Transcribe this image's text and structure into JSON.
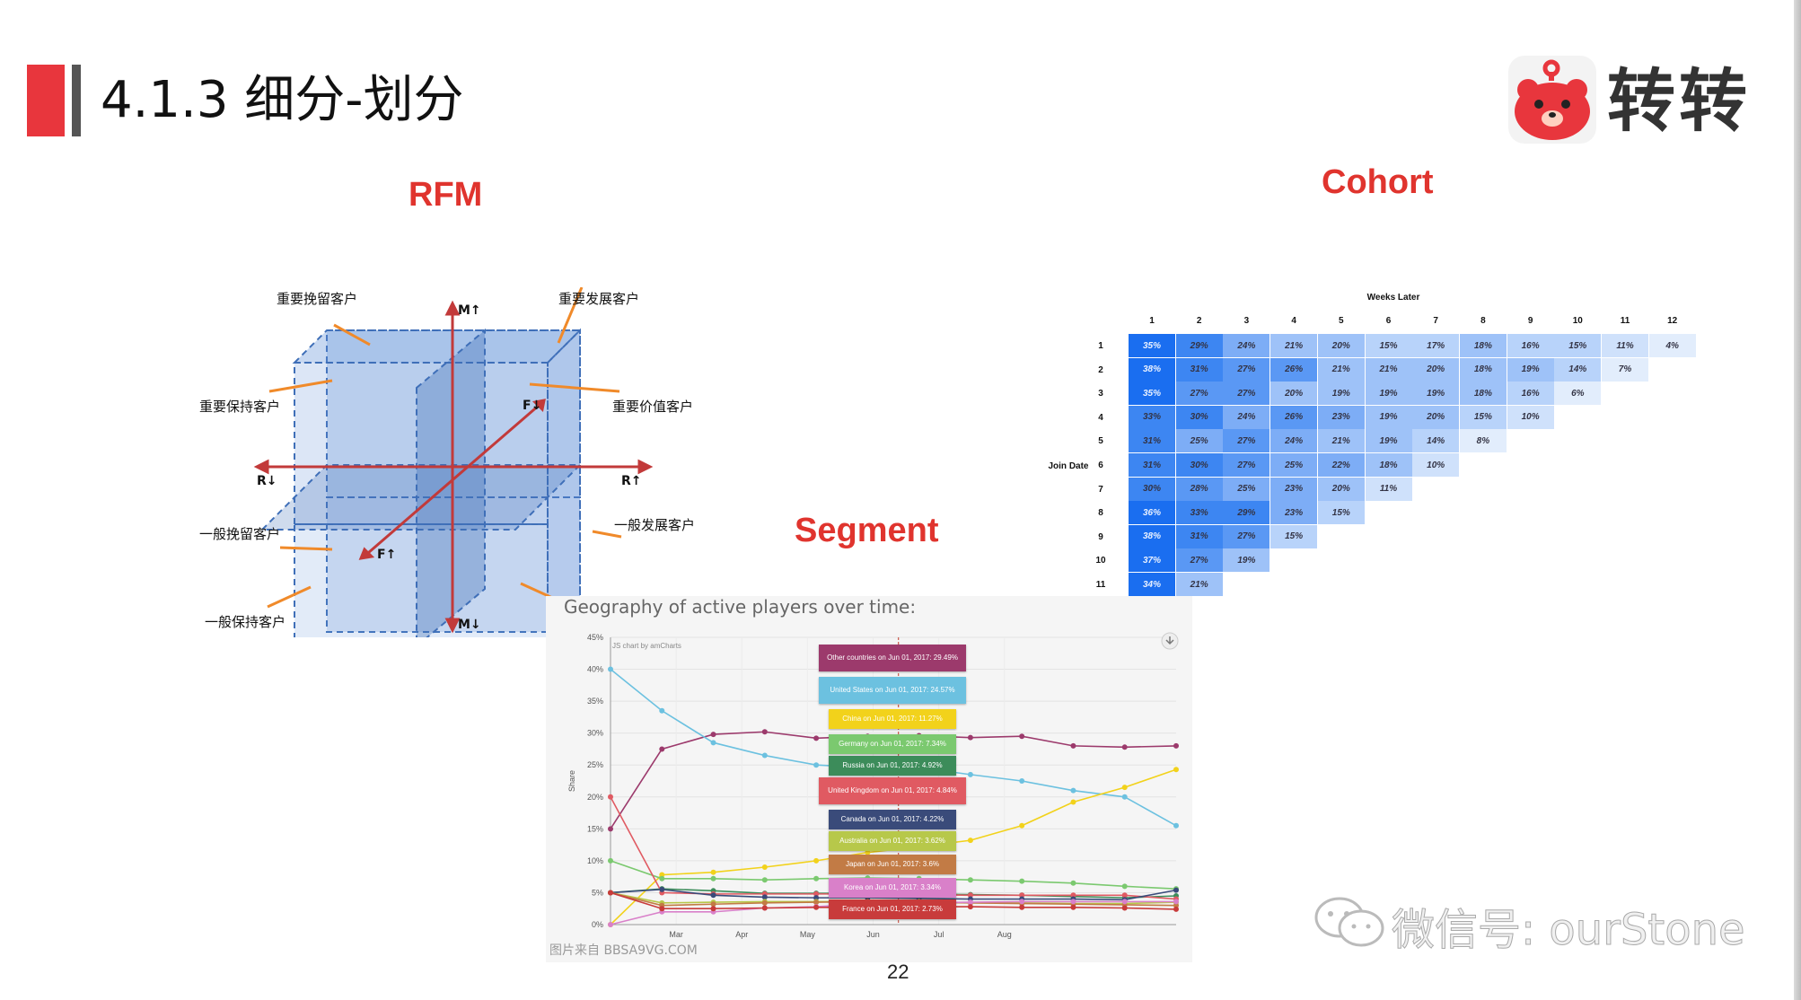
{
  "slide": {
    "title": "4.1.3 细分-划分",
    "page_number": "22",
    "accent_color": "#e8363d"
  },
  "logo": {
    "text": "转转",
    "icon": "red-bear-mascot-icon"
  },
  "watermark": {
    "text": "微信号: ourStone",
    "icon": "wechat-icon"
  },
  "rfm": {
    "label": "RFM",
    "tags": [
      "重要挽留客户",
      "重要发展客户",
      "重要保持客户",
      "重要价值客户",
      "一般挽留客户",
      "一般发展客户",
      "一般保持客户"
    ],
    "axes": {
      "m_up": "M↑",
      "m_down": "M↓",
      "r_up": "R↑",
      "r_down": "R↓",
      "f_up": "F↑",
      "f_down": "F↓"
    }
  },
  "cohort": {
    "label": "Cohort",
    "col_title": "Weeks Later",
    "row_title": "Join Date",
    "columns": [
      "1",
      "2",
      "3",
      "4",
      "5",
      "6",
      "7",
      "8",
      "9",
      "10",
      "11",
      "12"
    ],
    "rows": [
      {
        "id": "1",
        "values": [
          "35%",
          "29%",
          "24%",
          "21%",
          "20%",
          "15%",
          "17%",
          "18%",
          "16%",
          "15%",
          "11%",
          "4%"
        ]
      },
      {
        "id": "2",
        "values": [
          "38%",
          "31%",
          "27%",
          "26%",
          "21%",
          "21%",
          "20%",
          "18%",
          "19%",
          "14%",
          "7%"
        ]
      },
      {
        "id": "3",
        "values": [
          "35%",
          "27%",
          "27%",
          "20%",
          "19%",
          "19%",
          "19%",
          "18%",
          "16%",
          "6%"
        ]
      },
      {
        "id": "4",
        "values": [
          "33%",
          "30%",
          "24%",
          "26%",
          "23%",
          "19%",
          "20%",
          "15%",
          "10%"
        ]
      },
      {
        "id": "5",
        "values": [
          "31%",
          "25%",
          "27%",
          "24%",
          "21%",
          "19%",
          "14%",
          "8%"
        ]
      },
      {
        "id": "6",
        "values": [
          "31%",
          "30%",
          "27%",
          "25%",
          "22%",
          "18%",
          "10%"
        ]
      },
      {
        "id": "7",
        "values": [
          "30%",
          "28%",
          "25%",
          "23%",
          "20%",
          "11%"
        ]
      },
      {
        "id": "8",
        "values": [
          "36%",
          "33%",
          "29%",
          "23%",
          "15%"
        ]
      },
      {
        "id": "9",
        "values": [
          "38%",
          "31%",
          "27%",
          "15%"
        ]
      },
      {
        "id": "10",
        "values": [
          "37%",
          "27%",
          "19%"
        ]
      },
      {
        "id": "11",
        "values": [
          "34%",
          "21%"
        ]
      }
    ]
  },
  "segment": {
    "label": "Segment",
    "chart_title": "Geography of active players over time:",
    "credit": "JS chart by amCharts",
    "source": "图片来自 BBSA9VG.COM",
    "download_icon": "download-icon"
  },
  "chart_data": {
    "type": "line",
    "title": "Geography of active players over time:",
    "ylabel": "Share",
    "xlabel": "",
    "ylim": [
      0,
      45
    ],
    "yticks": [
      "0%",
      "5%",
      "10%",
      "15%",
      "20%",
      "25%",
      "30%",
      "35%",
      "40%",
      "45%"
    ],
    "xticks": [
      "Mar",
      "Apr",
      "May",
      "Jun",
      "Jul",
      "Aug"
    ],
    "x": [
      0,
      1,
      2,
      3,
      4,
      5,
      6,
      7,
      8,
      9,
      10,
      11
    ],
    "series": [
      {
        "name": "Other countries",
        "color": "#9c3a6c",
        "values": [
          15,
          27.5,
          29.8,
          30.2,
          29.2,
          29.5,
          29.6,
          29.3,
          29.5,
          28,
          27.8,
          28
        ]
      },
      {
        "name": "United States",
        "color": "#6cc1e0",
        "values": [
          40,
          33.5,
          28.5,
          26.5,
          25,
          24.6,
          24.6,
          23.5,
          22.5,
          21,
          20,
          15.5
        ]
      },
      {
        "name": "China",
        "color": "#f2d21b",
        "values": [
          0,
          7.8,
          8.2,
          9,
          10,
          11.3,
          12.2,
          13.2,
          15.5,
          19.2,
          21.5,
          24.3
        ]
      },
      {
        "name": "Germany",
        "color": "#7bc96f",
        "values": [
          10,
          7.2,
          7.2,
          7,
          7.2,
          7.3,
          7.2,
          7,
          6.8,
          6.5,
          6,
          5.6
        ]
      },
      {
        "name": "Russia",
        "color": "#3c8c5a",
        "values": [
          5,
          5.6,
          5.3,
          4.9,
          4.9,
          4.9,
          4.8,
          4.7,
          4.6,
          4.4,
          4.2,
          4.5
        ]
      },
      {
        "name": "United Kingdom",
        "color": "#e05a62",
        "values": [
          20,
          5,
          4.8,
          4.8,
          4.8,
          4.8,
          4.7,
          4.6,
          4.6,
          4.6,
          4.6,
          4
        ]
      },
      {
        "name": "Canada",
        "color": "#3a4b7a",
        "values": [
          5,
          5.5,
          4.6,
          4.3,
          4.2,
          4.2,
          4.1,
          4,
          4,
          4,
          3.9,
          5.4
        ]
      },
      {
        "name": "Australia",
        "color": "#b7c84a",
        "values": [
          5,
          3.4,
          3.5,
          3.6,
          3.6,
          3.6,
          3.6,
          3.4,
          3.4,
          3.3,
          3.3,
          3.5
        ]
      },
      {
        "name": "Japan",
        "color": "#c27b45",
        "values": [
          5,
          3,
          3.2,
          3.4,
          3.5,
          3.6,
          3.5,
          3.4,
          3.3,
          3.2,
          3.1,
          3
        ]
      },
      {
        "name": "Korea",
        "color": "#d980c9",
        "values": [
          0,
          2,
          2,
          2.6,
          2.8,
          3.3,
          3.4,
          3.5,
          3.6,
          3.6,
          3.6,
          3.6
        ]
      },
      {
        "name": "France",
        "color": "#c83b3b",
        "values": [
          5,
          2.5,
          2.5,
          2.6,
          2.7,
          2.7,
          2.8,
          2.8,
          2.7,
          2.7,
          2.6,
          2.4
        ]
      }
    ],
    "tooltips": [
      {
        "text": "Other countries on Jun 01, 2017: 29.49%",
        "color": "#9c3a6c"
      },
      {
        "text": "United States on Jun 01, 2017: 24.57%",
        "color": "#6cc1e0"
      },
      {
        "text": "China on Jun 01, 2017: 11.27%",
        "color": "#f2d21b"
      },
      {
        "text": "Germany on Jun 01, 2017: 7.34%",
        "color": "#7bc96f"
      },
      {
        "text": "Russia on Jun 01, 2017: 4.92%",
        "color": "#3c8c5a"
      },
      {
        "text": "United Kingdom on Jun 01, 2017: 4.84%",
        "color": "#e05a62"
      },
      {
        "text": "Canada on Jun 01, 2017: 4.22%",
        "color": "#3a4b7a"
      },
      {
        "text": "Australia on Jun 01, 2017: 3.62%",
        "color": "#b7c84a"
      },
      {
        "text": "Japan on Jun 01, 2017: 3.6%",
        "color": "#c27b45"
      },
      {
        "text": "Korea on Jun 01, 2017: 3.34%",
        "color": "#d980c9"
      },
      {
        "text": "France on Jun 01, 2017: 2.73%",
        "color": "#c83b3b"
      }
    ]
  }
}
